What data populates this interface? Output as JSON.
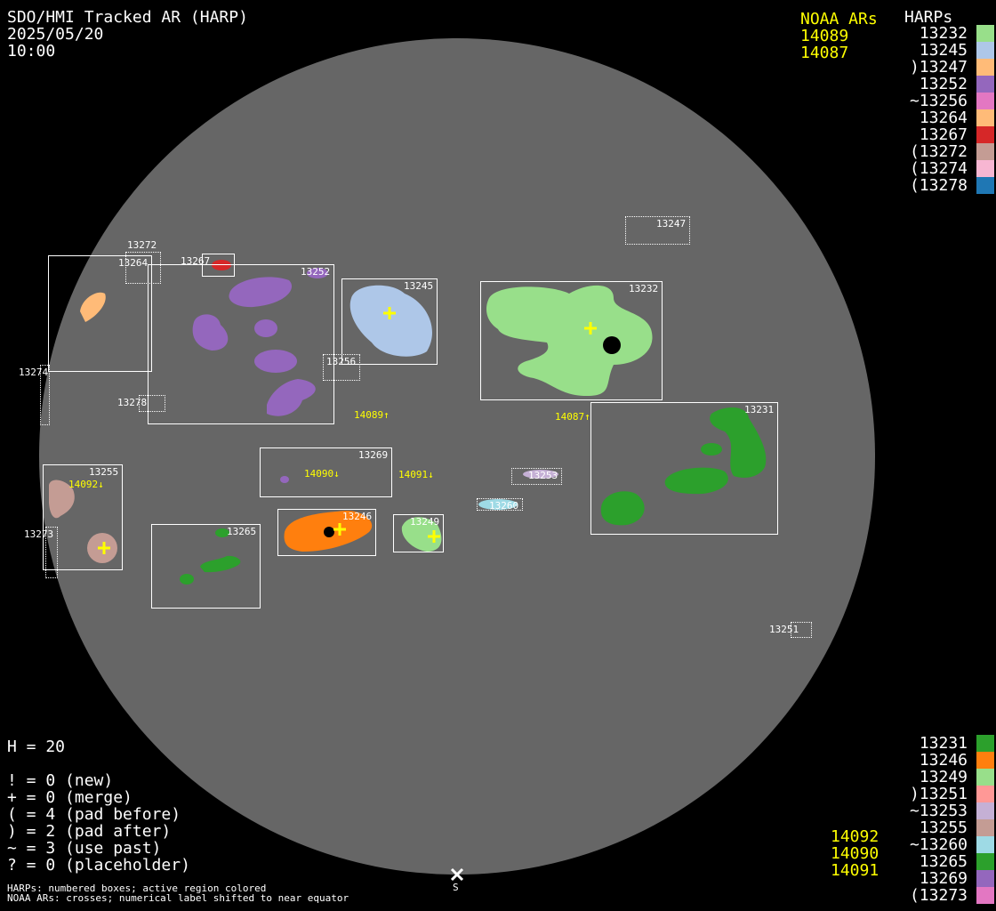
{
  "header": {
    "title": "SDO/HMI Tracked AR (HARP)",
    "date": "2025/05/20",
    "time": "10:00"
  },
  "noaa_top": {
    "heading": "NOAA ARs",
    "items": [
      "14089",
      "14087"
    ]
  },
  "harps_top": {
    "heading": "HARPs",
    "items": [
      {
        "label": "13232",
        "color": "#98df8a"
      },
      {
        "label": "13245",
        "color": "#aec7e8"
      },
      {
        "label": ")13247",
        "color": "#ffbb78"
      },
      {
        "label": "13252",
        "color": "#9467bd"
      },
      {
        "label": "~13256",
        "color": "#e377c2"
      },
      {
        "label": "13264",
        "color": "#ffbb78"
      },
      {
        "label": "13267",
        "color": "#d62728"
      },
      {
        "label": "(13272",
        "color": "#c49c94"
      },
      {
        "label": "(13274",
        "color": "#f7b6d2"
      },
      {
        "label": "(13278",
        "color": "#1f77b4"
      }
    ]
  },
  "harps_bottom": {
    "items": [
      {
        "label": "13231",
        "color": "#2ca02c"
      },
      {
        "label": "13246",
        "color": "#ff7f0e"
      },
      {
        "label": "13249",
        "color": "#98df8a"
      },
      {
        "label": ")13251",
        "color": "#ff9896"
      },
      {
        "label": "~13253",
        "color": "#c5b0d5"
      },
      {
        "label": "13255",
        "color": "#c49c94"
      },
      {
        "label": "~13260",
        "color": "#9edae5"
      },
      {
        "label": "13265",
        "color": "#2ca02c"
      },
      {
        "label": "13269",
        "color": "#9467bd"
      },
      {
        "label": "(13273",
        "color": "#e377c2"
      }
    ]
  },
  "noaa_bottom": {
    "items": [
      "14092",
      "14090",
      "14091"
    ]
  },
  "stats": {
    "h": "H = 20",
    "lines": [
      "! = 0 (new)",
      "+ = 0 (merge)",
      "( = 4 (pad before)",
      ") = 2 (pad after)",
      "~ = 3 (use past)",
      "? = 0 (placeholder)"
    ]
  },
  "footnotes": [
    "HARPs: numbered boxes; active region colored",
    "NOAA ARs: crosses; numerical label shifted to near equator"
  ],
  "south_marker": "S",
  "region_boxes": [
    "13264",
    "13272",
    "13267",
    "13252",
    "13274",
    "13278",
    "13256",
    "13245",
    "13232",
    "13247",
    "13231",
    "13269",
    "13253",
    "13260",
    "13246",
    "13249",
    "13255",
    "13273",
    "13265",
    "13251"
  ],
  "noaa_labels": [
    "14089↑",
    "14087↑",
    "14090↓",
    "14091↓",
    "14092↓"
  ]
}
